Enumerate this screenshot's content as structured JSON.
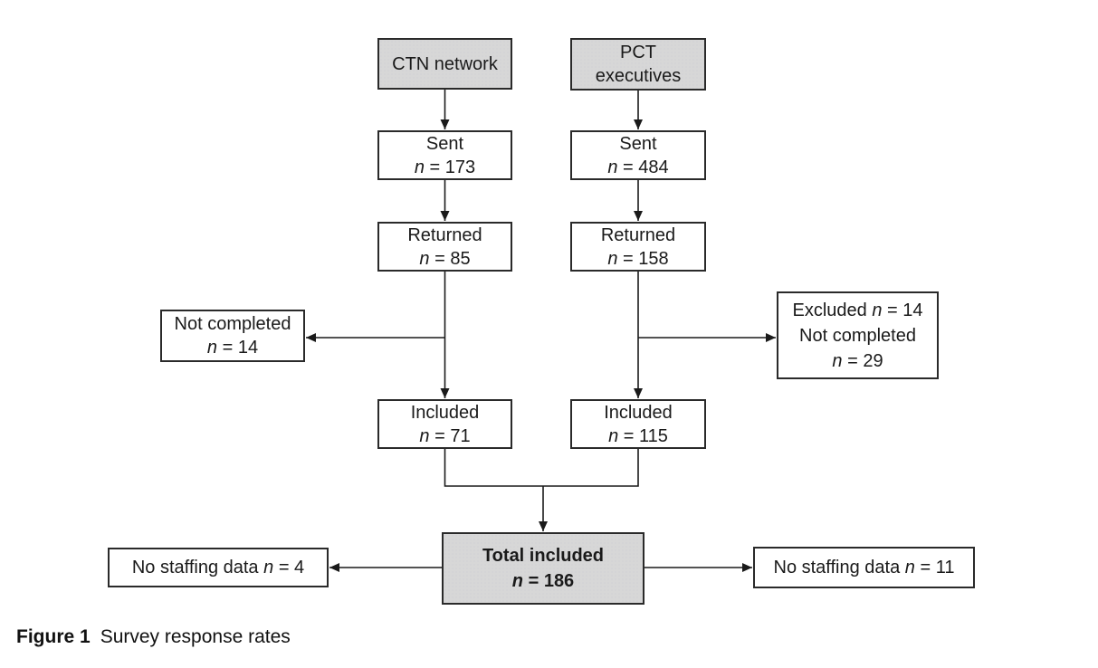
{
  "figure_caption": {
    "label": "Figure 1",
    "text": "Survey response rates"
  },
  "colors": {
    "background": "#ffffff",
    "gray_fill": "#d7d7d7",
    "box_border": "#2a2a2a",
    "line": "#1a1a1a",
    "text": "#1a1a1a"
  },
  "nodes": {
    "ctn_header": {
      "title": "CTN network"
    },
    "pct_header": {
      "line1": "PCT",
      "line2": "executives"
    },
    "ctn_sent": {
      "title": "Sent",
      "n": "n",
      "value": "= 173"
    },
    "pct_sent": {
      "title": "Sent",
      "n": "n",
      "value": "= 484"
    },
    "ctn_returned": {
      "title": "Returned",
      "n": "n",
      "value": "= 85"
    },
    "pct_returned": {
      "title": "Returned",
      "n": "n",
      "value": "= 158"
    },
    "ctn_not_completed": {
      "title": "Not completed",
      "n": "n",
      "value": "= 14"
    },
    "pct_excluded": {
      "line1_prefix": "Excluded",
      "line1_n": "n",
      "line1_value": "= 14",
      "line2": "Not completed",
      "line3_n": "n",
      "line3_value": "= 29"
    },
    "ctn_included": {
      "title": "Included",
      "n": "n",
      "value": "= 71"
    },
    "pct_included": {
      "title": "Included",
      "n": "n",
      "value": "= 115"
    },
    "total_included": {
      "title": "Total included",
      "n": "n",
      "value": "= 186"
    },
    "no_staffing_left": {
      "prefix": "No staffing data",
      "n": "n",
      "value": "= 4"
    },
    "no_staffing_right": {
      "prefix": "No staffing data",
      "n": "n",
      "value": "= 11"
    }
  }
}
